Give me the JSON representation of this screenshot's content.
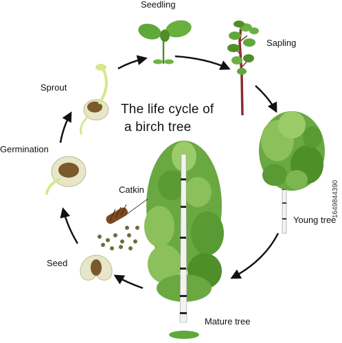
{
  "title": {
    "line1": "The life cycle of",
    "line2": "a birch tree"
  },
  "stages": {
    "seedling": "Seedling",
    "sapling": "Sapling",
    "young_tree": "Young tree",
    "mature_tree": "Mature tree",
    "catkin": "Catkin",
    "seed": "Seed",
    "germination": "Germination",
    "sprout": "Sprout"
  },
  "watermark": "1649844390",
  "colors": {
    "leaf": "#5fa83a",
    "leaf_dark": "#3f7f26",
    "stem": "#8b2b2e",
    "seed": "#7a5a2c",
    "seed_coat": "#e7e6c8",
    "sprout": "#d4e88a",
    "birch_bark": "#f2f2ee",
    "arrow": "#111111"
  }
}
